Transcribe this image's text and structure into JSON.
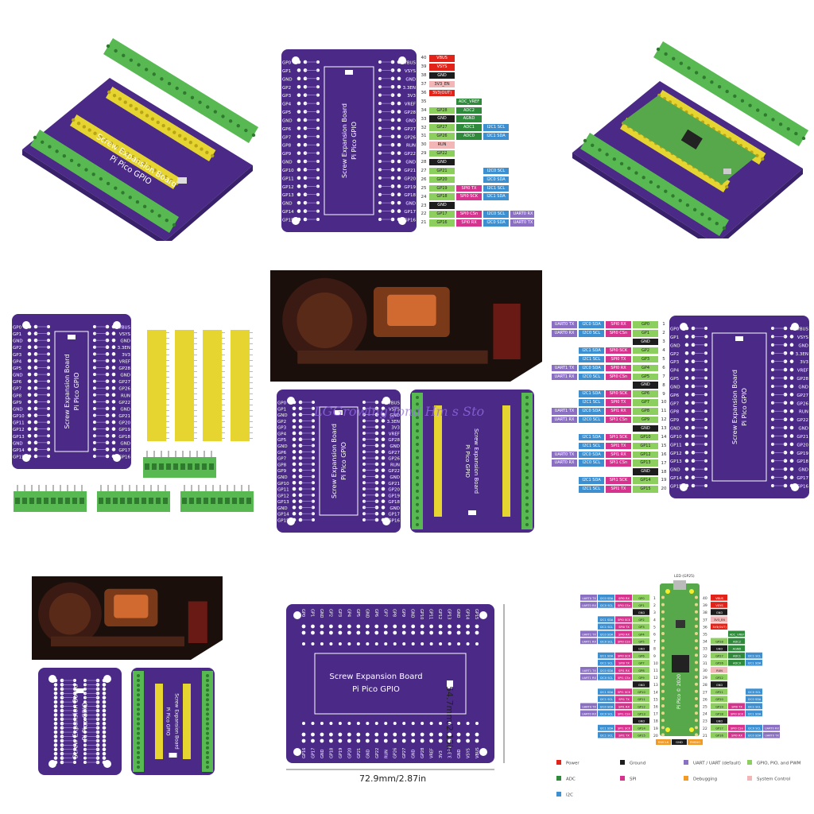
{
  "colors": {
    "board": "#4a2a86",
    "board_dark": "#38206a",
    "board_line": "#b79ce6",
    "silk": "#ffffff",
    "terminal": "#58b953",
    "terminal_dark": "#2f7a2e",
    "header_yellow": "#e6d430",
    "header_yellow_dark": "#b8a418",
    "pico_green": "#57a84a",
    "power": "#e2231a",
    "ground": "#1d1d1d",
    "uart": "#8a6fc3",
    "gpio": "#8ccf5e",
    "adc": "#2f8a3c",
    "spi": "#d6338f",
    "debug": "#f29a23",
    "sysctl": "#f3b6b6",
    "i2c": "#3d8fd0"
  },
  "board": {
    "title_line1": "Screw Expansion Board",
    "title_line2": "Pi Pico GPIO"
  },
  "pins_left": [
    "GP0",
    "GP1",
    "GND",
    "GP2",
    "GP3",
    "GP4",
    "GP5",
    "GND",
    "GP6",
    "GP7",
    "GP8",
    "GP9",
    "GND",
    "GP10",
    "GP11",
    "GP12",
    "GP13",
    "GND",
    "GP14",
    "GP15"
  ],
  "pins_right": [
    "VBUS",
    "VSYS",
    "GND",
    "3.3EN",
    "3V3",
    "VREF",
    "GP28",
    "GND",
    "GP27",
    "GP26",
    "RUN",
    "GP22",
    "GND",
    "GP21",
    "GP20",
    "GP19",
    "GP18",
    "GND",
    "GP17",
    "GP16"
  ],
  "pinout_right": {
    "rows": [
      {
        "n": "40",
        "cells": [
          {
            "t": "VBUS",
            "c": "power"
          }
        ]
      },
      {
        "n": "39",
        "cells": [
          {
            "t": "VSYS",
            "c": "power"
          }
        ]
      },
      {
        "n": "38",
        "cells": [
          {
            "t": "GND",
            "c": "ground"
          }
        ]
      },
      {
        "n": "37",
        "cells": [
          {
            "t": "3V3_EN",
            "c": "sysctl"
          }
        ]
      },
      {
        "n": "36",
        "cells": [
          {
            "t": "3V3(OUT)",
            "c": "power"
          }
        ]
      },
      {
        "n": "35",
        "cells": [
          {
            "t": "",
            "c": "none"
          },
          {
            "t": "ADC_VREF",
            "c": "adc"
          }
        ]
      },
      {
        "n": "34",
        "cells": [
          {
            "t": "GP28",
            "c": "gpio"
          },
          {
            "t": "ADC2",
            "c": "adc"
          }
        ]
      },
      {
        "n": "33",
        "cells": [
          {
            "t": "GND",
            "c": "ground"
          },
          {
            "t": "AGND",
            "c": "adc"
          }
        ]
      },
      {
        "n": "32",
        "cells": [
          {
            "t": "GP27",
            "c": "gpio"
          },
          {
            "t": "ADC1",
            "c": "adc"
          },
          {
            "t": "I2C1 SCL",
            "c": "i2c"
          }
        ]
      },
      {
        "n": "31",
        "cells": [
          {
            "t": "GP26",
            "c": "gpio"
          },
          {
            "t": "ADC0",
            "c": "adc"
          },
          {
            "t": "I2C1 SDA",
            "c": "i2c"
          }
        ]
      },
      {
        "n": "30",
        "cells": [
          {
            "t": "RUN",
            "c": "sysctl"
          }
        ]
      },
      {
        "n": "29",
        "cells": [
          {
            "t": "GP22",
            "c": "gpio"
          }
        ]
      },
      {
        "n": "28",
        "cells": [
          {
            "t": "GND",
            "c": "ground"
          }
        ]
      },
      {
        "n": "27",
        "cells": [
          {
            "t": "GP21",
            "c": "gpio"
          },
          {
            "t": "",
            "c": "none"
          },
          {
            "t": "I2C0 SCL",
            "c": "i2c"
          }
        ]
      },
      {
        "n": "26",
        "cells": [
          {
            "t": "GP20",
            "c": "gpio"
          },
          {
            "t": "",
            "c": "none"
          },
          {
            "t": "I2C0 SDA",
            "c": "i2c"
          }
        ]
      },
      {
        "n": "25",
        "cells": [
          {
            "t": "GP19",
            "c": "gpio"
          },
          {
            "t": "SPI0 TX",
            "c": "spi"
          },
          {
            "t": "I2C1 SCL",
            "c": "i2c"
          }
        ]
      },
      {
        "n": "24",
        "cells": [
          {
            "t": "GP18",
            "c": "gpio"
          },
          {
            "t": "SPI0 SCK",
            "c": "spi"
          },
          {
            "t": "I2C1 SDA",
            "c": "i2c"
          }
        ]
      },
      {
        "n": "23",
        "cells": [
          {
            "t": "GND",
            "c": "ground"
          }
        ]
      },
      {
        "n": "22",
        "cells": [
          {
            "t": "GP17",
            "c": "gpio"
          },
          {
            "t": "SPI0 CSn",
            "c": "spi"
          },
          {
            "t": "I2C0 SCL",
            "c": "i2c"
          },
          {
            "t": "UART0 RX",
            "c": "uart"
          }
        ]
      },
      {
        "n": "21",
        "cells": [
          {
            "t": "GP16",
            "c": "gpio"
          },
          {
            "t": "SPI0 RX",
            "c": "spi"
          },
          {
            "t": "I2C0 SDA",
            "c": "i2c"
          },
          {
            "t": "UART0 TX",
            "c": "uart"
          }
        ]
      }
    ]
  },
  "pinout_left": {
    "rows": [
      {
        "n": "1",
        "cells": [
          {
            "t": "UART0 TX",
            "c": "uart"
          },
          {
            "t": "I2C0 SDA",
            "c": "i2c"
          },
          {
            "t": "SPI0 RX",
            "c": "spi"
          },
          {
            "t": "GP0",
            "c": "gpio"
          }
        ]
      },
      {
        "n": "2",
        "cells": [
          {
            "t": "UART0 RX",
            "c": "uart"
          },
          {
            "t": "I2C0 SCL",
            "c": "i2c"
          },
          {
            "t": "SPI0 CSn",
            "c": "spi"
          },
          {
            "t": "GP1",
            "c": "gpio"
          }
        ]
      },
      {
        "n": "3",
        "cells": [
          {
            "t": "GND",
            "c": "ground"
          }
        ]
      },
      {
        "n": "4",
        "cells": [
          {
            "t": "",
            "c": "none"
          },
          {
            "t": "I2C1 SDA",
            "c": "i2c"
          },
          {
            "t": "SPI0 SCK",
            "c": "spi"
          },
          {
            "t": "GP2",
            "c": "gpio"
          }
        ]
      },
      {
        "n": "5",
        "cells": [
          {
            "t": "",
            "c": "none"
          },
          {
            "t": "I2C1 SCL",
            "c": "i2c"
          },
          {
            "t": "SPI0 TX",
            "c": "spi"
          },
          {
            "t": "GP3",
            "c": "gpio"
          }
        ]
      },
      {
        "n": "6",
        "cells": [
          {
            "t": "UART1 TX",
            "c": "uart"
          },
          {
            "t": "I2C0 SDA",
            "c": "i2c"
          },
          {
            "t": "SPI0 RX",
            "c": "spi"
          },
          {
            "t": "GP4",
            "c": "gpio"
          }
        ]
      },
      {
        "n": "7",
        "cells": [
          {
            "t": "UART1 RX",
            "c": "uart"
          },
          {
            "t": "I2C0 SCL",
            "c": "i2c"
          },
          {
            "t": "SPI0 CSn",
            "c": "spi"
          },
          {
            "t": "GP5",
            "c": "gpio"
          }
        ]
      },
      {
        "n": "8",
        "cells": [
          {
            "t": "GND",
            "c": "ground"
          }
        ]
      },
      {
        "n": "9",
        "cells": [
          {
            "t": "",
            "c": "none"
          },
          {
            "t": "I2C1 SDA",
            "c": "i2c"
          },
          {
            "t": "SPI0 SCK",
            "c": "spi"
          },
          {
            "t": "GP6",
            "c": "gpio"
          }
        ]
      },
      {
        "n": "10",
        "cells": [
          {
            "t": "",
            "c": "none"
          },
          {
            "t": "I2C1 SCL",
            "c": "i2c"
          },
          {
            "t": "SPI0 TX",
            "c": "spi"
          },
          {
            "t": "GP7",
            "c": "gpio"
          }
        ]
      },
      {
        "n": "11",
        "cells": [
          {
            "t": "UART1 TX",
            "c": "uart"
          },
          {
            "t": "I2C0 SDA",
            "c": "i2c"
          },
          {
            "t": "SPI1 RX",
            "c": "spi"
          },
          {
            "t": "GP8",
            "c": "gpio"
          }
        ]
      },
      {
        "n": "12",
        "cells": [
          {
            "t": "UART1 RX",
            "c": "uart"
          },
          {
            "t": "I2C0 SCL",
            "c": "i2c"
          },
          {
            "t": "SPI1 CSn",
            "c": "spi"
          },
          {
            "t": "GP9",
            "c": "gpio"
          }
        ]
      },
      {
        "n": "13",
        "cells": [
          {
            "t": "GND",
            "c": "ground"
          }
        ]
      },
      {
        "n": "14",
        "cells": [
          {
            "t": "",
            "c": "none"
          },
          {
            "t": "I2C1 SDA",
            "c": "i2c"
          },
          {
            "t": "SPI1 SCK",
            "c": "spi"
          },
          {
            "t": "GP10",
            "c": "gpio"
          }
        ]
      },
      {
        "n": "15",
        "cells": [
          {
            "t": "",
            "c": "none"
          },
          {
            "t": "I2C1 SCL",
            "c": "i2c"
          },
          {
            "t": "SPI1 TX",
            "c": "spi"
          },
          {
            "t": "GP11",
            "c": "gpio"
          }
        ]
      },
      {
        "n": "16",
        "cells": [
          {
            "t": "UART0 TX",
            "c": "uart"
          },
          {
            "t": "I2C0 SDA",
            "c": "i2c"
          },
          {
            "t": "SPI1 RX",
            "c": "spi"
          },
          {
            "t": "GP12",
            "c": "gpio"
          }
        ]
      },
      {
        "n": "17",
        "cells": [
          {
            "t": "UART0 RX",
            "c": "uart"
          },
          {
            "t": "I2C0 SCL",
            "c": "i2c"
          },
          {
            "t": "SPI1 CSn",
            "c": "spi"
          },
          {
            "t": "GP13",
            "c": "gpio"
          }
        ]
      },
      {
        "n": "18",
        "cells": [
          {
            "t": "GND",
            "c": "ground"
          }
        ]
      },
      {
        "n": "19",
        "cells": [
          {
            "t": "",
            "c": "none"
          },
          {
            "t": "I2C1 SDA",
            "c": "i2c"
          },
          {
            "t": "SPI1 SCK",
            "c": "spi"
          },
          {
            "t": "GP14",
            "c": "gpio"
          }
        ]
      },
      {
        "n": "20",
        "cells": [
          {
            "t": "",
            "c": "none"
          },
          {
            "t": "I2C1 SCL",
            "c": "i2c"
          },
          {
            "t": "SPI1 TX",
            "c": "spi"
          },
          {
            "t": "GP15",
            "c": "gpio"
          }
        ]
      }
    ]
  },
  "watermark": "LGGrowing Jond Hm s Sto",
  "dimensions": {
    "width": "72.9mm/2.87in",
    "height": "54.7mm/2.15in"
  },
  "legend": [
    {
      "label": "Power",
      "c": "power"
    },
    {
      "label": "Ground",
      "c": "ground"
    },
    {
      "label": "UART / UART (default)",
      "c": "uart"
    },
    {
      "label": "GPIO, PIO, and PWM",
      "c": "gpio"
    },
    {
      "label": "ADC",
      "c": "adc"
    },
    {
      "label": "SPI",
      "c": "spi"
    },
    {
      "label": "Debugging",
      "c": "debug"
    },
    {
      "label": "System Control",
      "c": "sysctl"
    },
    {
      "label": "I2C",
      "c": "i2c"
    }
  ],
  "pico_labels": {
    "led": "LED (GP25)",
    "model": "Pi Pico © 2020",
    "debug": [
      "SWCLK",
      "GND",
      "SWDIO"
    ]
  }
}
